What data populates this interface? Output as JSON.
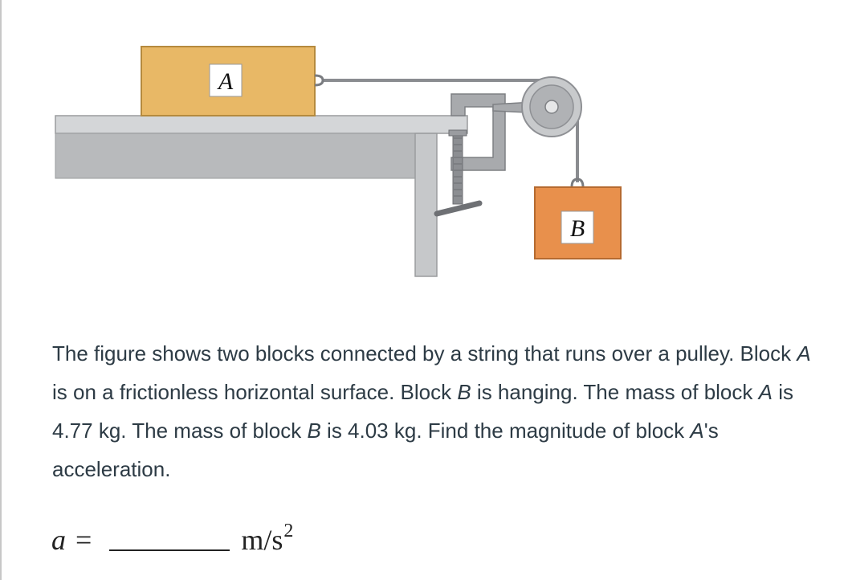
{
  "figure": {
    "block_a_label": "A",
    "block_b_label": "B"
  },
  "problem": {
    "intro": "The figure shows two blocks connected by a string that runs over a pulley.  Block ",
    "a1": "A",
    "mid1": " is on a frictionless horizontal surface.  Block ",
    "b1": "B",
    "mid2": " is hanging.  The mass of block ",
    "a2": "A",
    "mid3": " is 4.77 kg.  The mass of block ",
    "b2": "B",
    "mid4": " is 4.03 kg. Find the magnitude of block ",
    "a3": "A",
    "end": "'s acceleration."
  },
  "answer": {
    "variable": "a",
    "equals": "=",
    "unit": "m/s",
    "unit_exp": "2",
    "value": ""
  },
  "colors": {
    "block_a": "#e8b866",
    "block_b": "#e8904c",
    "table": "#bcbec0",
    "clamp": "#9a9ca0"
  }
}
